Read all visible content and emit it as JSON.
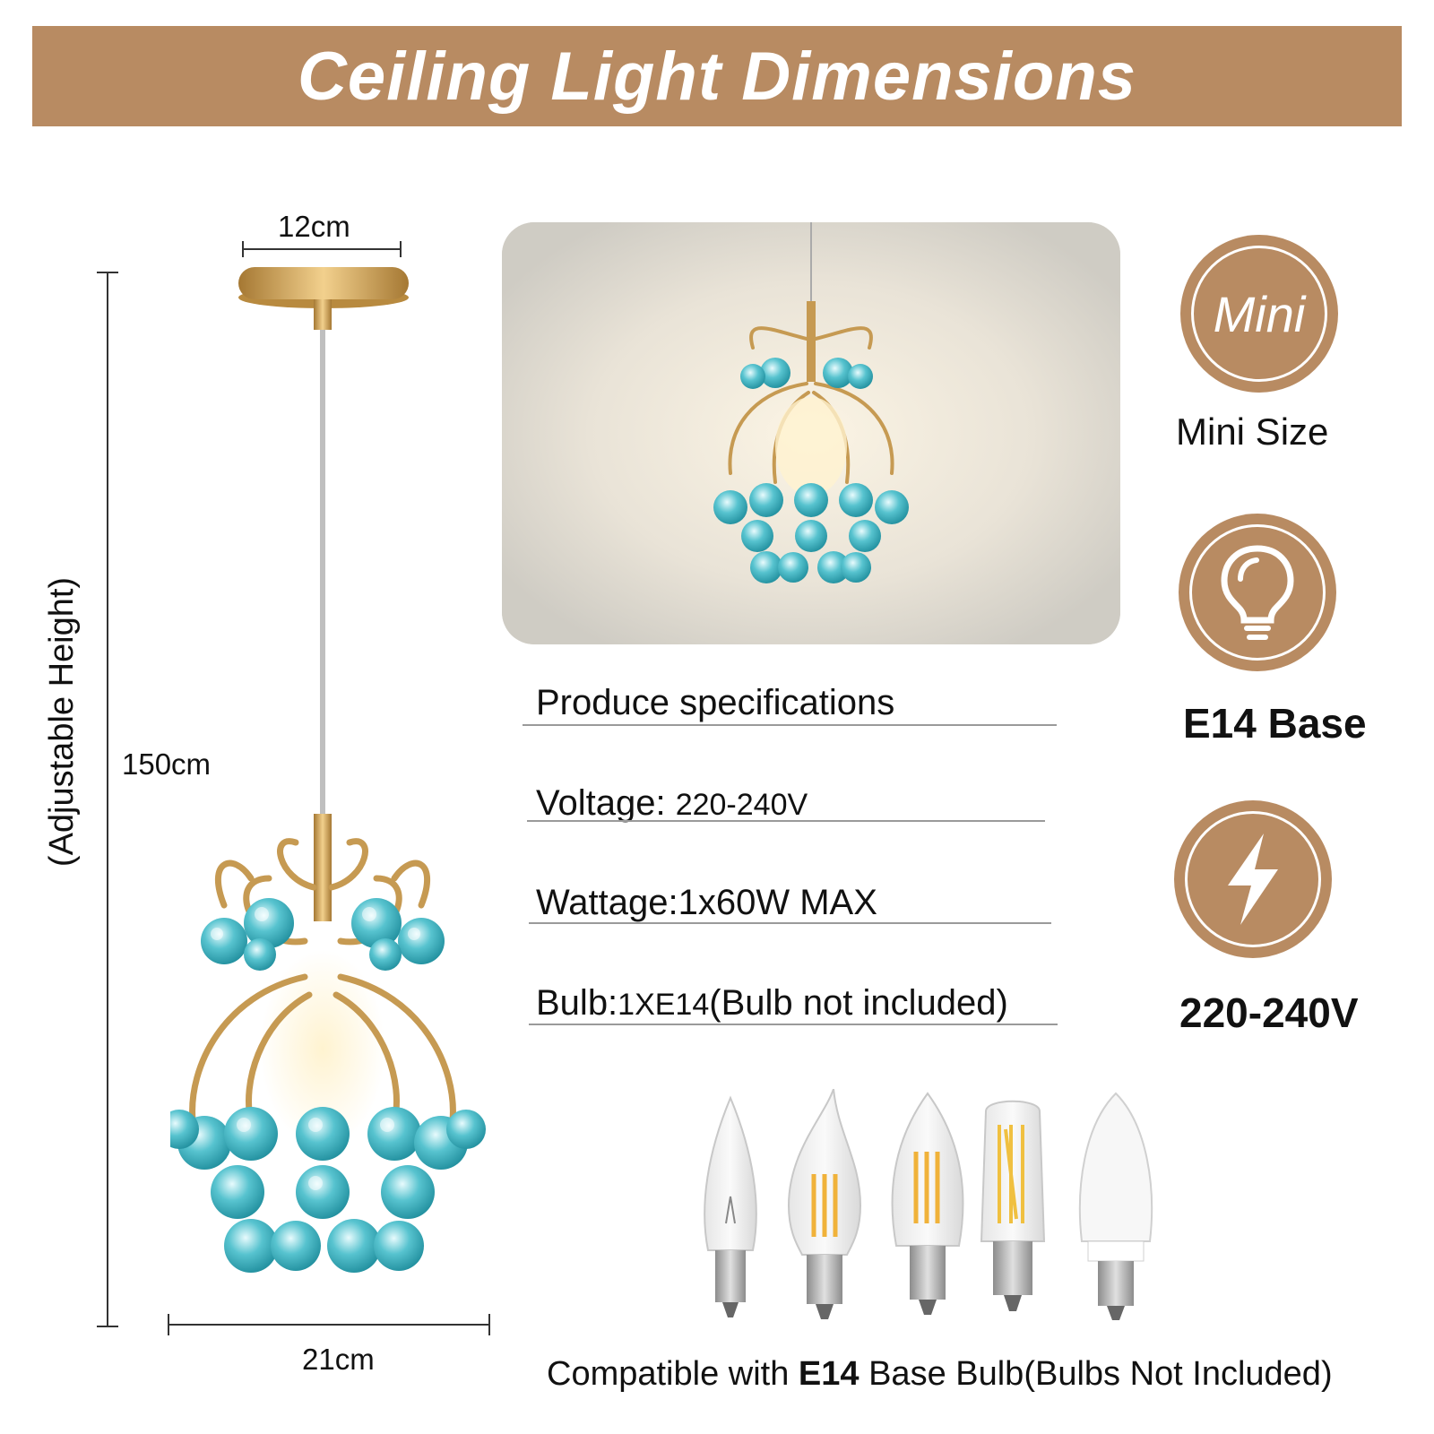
{
  "colors": {
    "accent": "#b88b62",
    "crystal": "#3fb2c0",
    "gold": "#c69a52"
  },
  "banner": {
    "title": "Ceiling Light Dimensions"
  },
  "dimensions": {
    "top_width": "12cm",
    "bottom_width": "21cm",
    "height": "150cm",
    "height_note": "(Adjustable Height)"
  },
  "specs": {
    "heading": "Produce specifications",
    "voltage_label": "Voltage:",
    "voltage_value": "220-240V",
    "wattage_label": "Wattage:",
    "wattage_value": "1x60W MAX",
    "bulb_label": "Bulb:",
    "bulb_value": "1XE14",
    "bulb_note": "(Bulb not included)"
  },
  "badges": [
    {
      "icon": "mini-text",
      "icon_text": "Mini",
      "caption": "Mini Size"
    },
    {
      "icon": "light-bulb-icon",
      "caption": "E14 Base"
    },
    {
      "icon": "lightning-bolt-icon",
      "caption": "220-240V"
    }
  ],
  "footer": {
    "prefix": "Compatible with ",
    "base": "E14",
    "suffix": " Base Bulb(Bulbs Not Included)"
  }
}
